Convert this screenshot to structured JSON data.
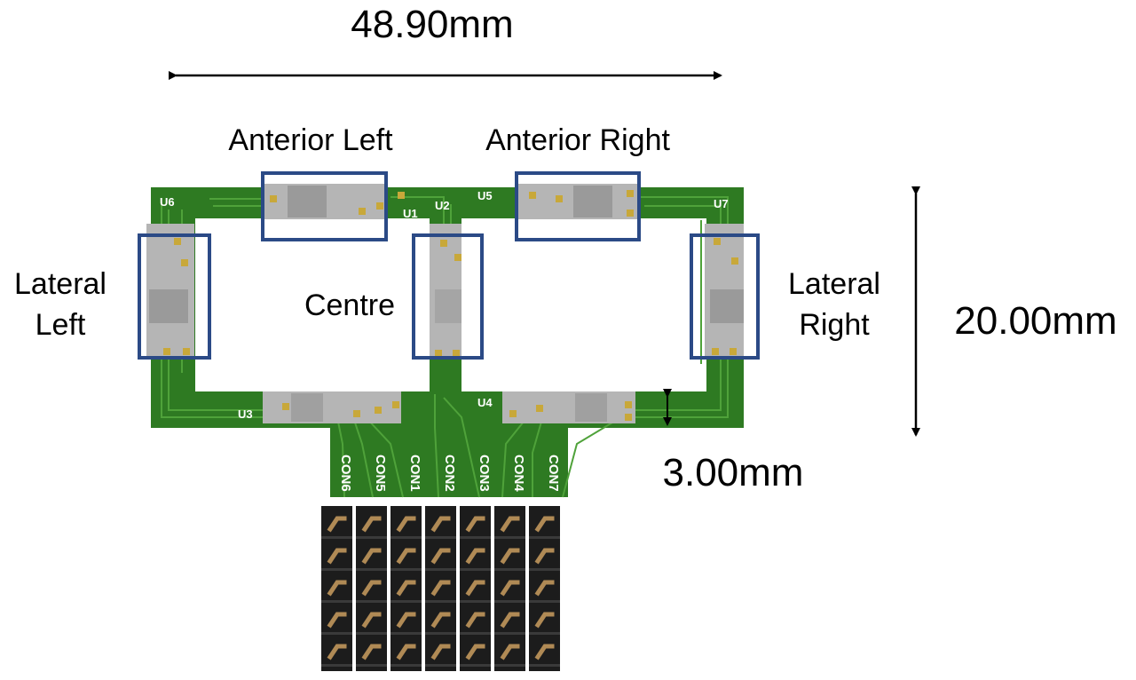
{
  "dimensions": {
    "width_label": "48.90mm",
    "height_label": "20.00mm",
    "trace_label": "3.00mm"
  },
  "sensor_labels": {
    "anterior_left": "Anterior Left",
    "anterior_right": "Anterior Right",
    "lateral_left_line1": "Lateral",
    "lateral_left_line2": "Left",
    "centre": "Centre",
    "lateral_right_line1": "Lateral",
    "lateral_right_line2": "Right"
  },
  "components": {
    "u1": "U1",
    "u2": "U2",
    "u3": "U3",
    "u4": "U4",
    "u5": "U5",
    "u6": "U6",
    "u7": "U7"
  },
  "connectors": [
    "CON6",
    "CON5",
    "CON1",
    "CON2",
    "CON3",
    "CON4",
    "CON7"
  ],
  "colors": {
    "pcb_green": "#2e7a22",
    "trace_green": "#4fa23a",
    "pad_gold": "#c8a83a",
    "sensor_grey": "#b5b5b5",
    "highlight_box": "#2b4a86",
    "header_black": "#1c1c1c",
    "pin_brass": "#b08a55"
  }
}
